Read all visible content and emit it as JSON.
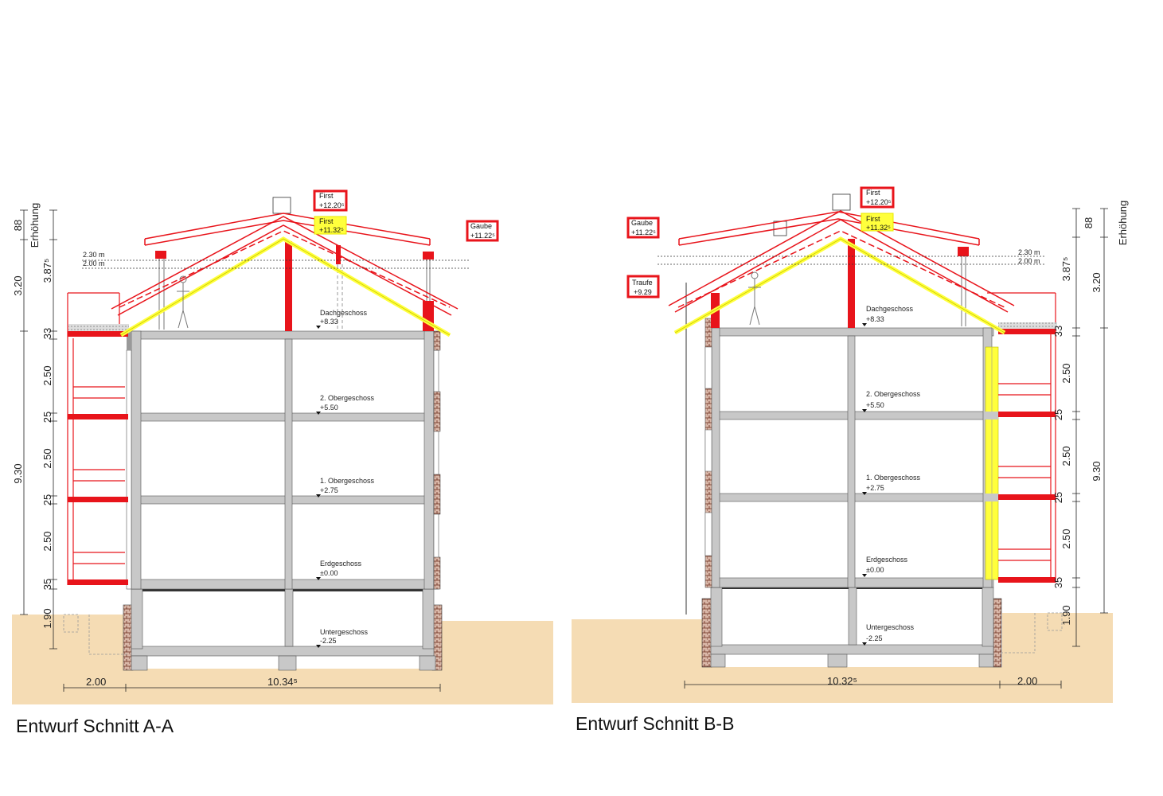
{
  "section_a": {
    "title": "Entwurf Schnitt A-A",
    "label_erhoehung": "Erhöhung",
    "left_dims": [
      "88",
      "3.20",
      "9.30"
    ],
    "inner_dims": [
      "3.87⁵",
      "33",
      "2.50",
      "25",
      "2.50",
      "25",
      "2.50",
      "35",
      "1.90"
    ],
    "bottom_dims": [
      "2.00",
      "10.34⁵"
    ],
    "height_lines": [
      "2.30 m",
      "2.00 m"
    ],
    "levels": [
      {
        "name": "Dachgeschoss",
        "value": "+8.33"
      },
      {
        "name": "2. Obergeschoss",
        "value": "+5.50"
      },
      {
        "name": "1. Obergeschoss",
        "value": "+2.75"
      },
      {
        "name": "Erdgeschoss",
        "value": "±0.00"
      },
      {
        "name": "Untergeschoss",
        "value": "-2.25"
      }
    ],
    "tags": [
      {
        "name": "First",
        "value": "+12.20⁵"
      },
      {
        "name": "First",
        "value": "+11.32⁵"
      },
      {
        "name": "Gaube",
        "value": "+11.22⁵"
      }
    ]
  },
  "section_b": {
    "title": "Entwurf Schnitt B-B",
    "label_erhoehung": "Erhöhung",
    "right_dims": [
      "88",
      "3.20",
      "9.30"
    ],
    "inner_dims": [
      "3.87⁵",
      "33",
      "2.50",
      "25",
      "2.50",
      "25",
      "2.50",
      "35",
      "1.90"
    ],
    "bottom_dims": [
      "10.32⁵",
      "2.00"
    ],
    "height_lines": [
      "2.30 m",
      "2.00 m"
    ],
    "levels": [
      {
        "name": "Dachgeschoss",
        "value": "+8.33"
      },
      {
        "name": "2. Obergeschoss",
        "value": "+5.50"
      },
      {
        "name": "1. Obergeschoss",
        "value": "+2.75"
      },
      {
        "name": "Erdgeschoss",
        "value": "±0.00"
      },
      {
        "name": "Untergeschoss",
        "value": "-2.25"
      }
    ],
    "tags": [
      {
        "name": "First",
        "value": "+12.20⁵"
      },
      {
        "name": "First",
        "value": "+11.32⁵"
      },
      {
        "name": "Gaube",
        "value": "+11.22⁵"
      },
      {
        "name": "Traufe",
        "value": "+9.29"
      }
    ]
  },
  "colors": {
    "ground": "#f5dcb4",
    "concrete": "#c8c8c8",
    "red": "#e8141b",
    "yellow": "#ffff3c",
    "masonry": "#8a3a2a"
  }
}
